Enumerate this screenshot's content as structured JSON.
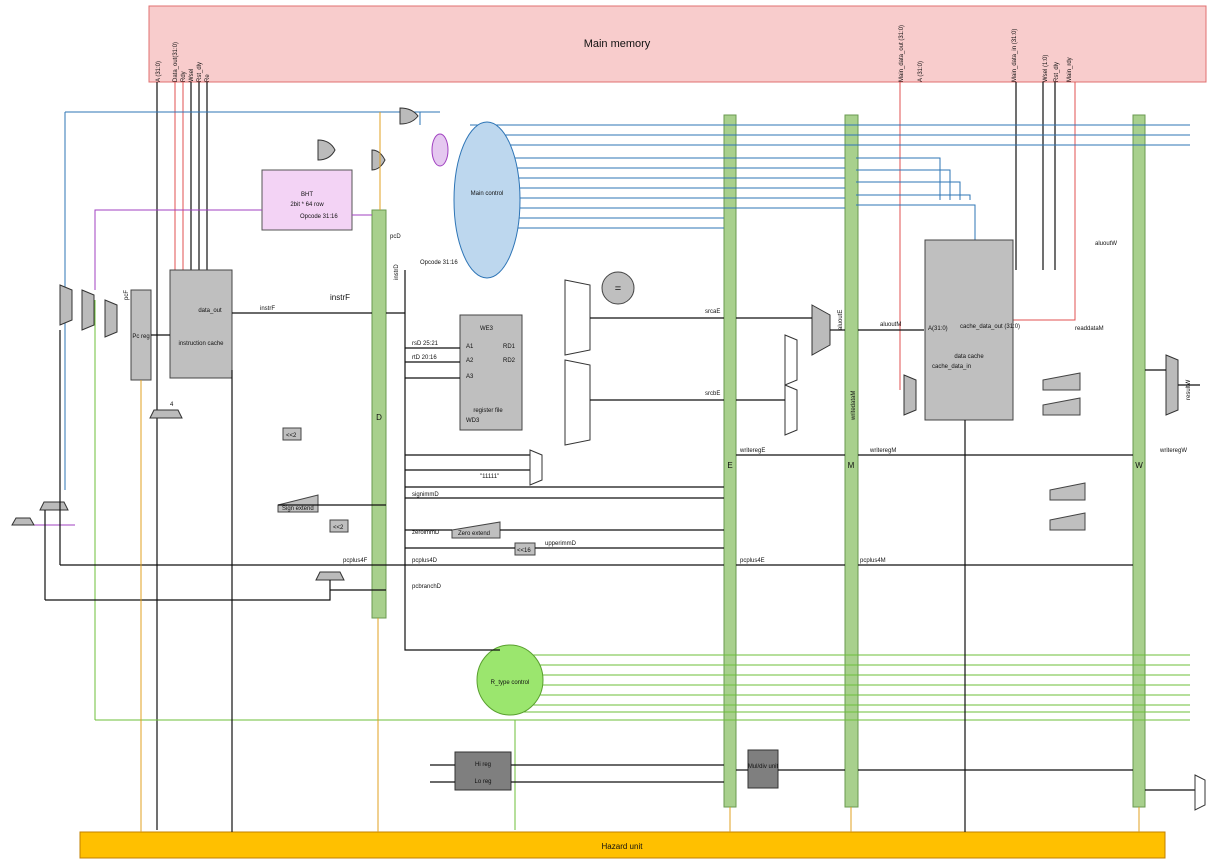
{
  "main_memory": {
    "title": "Main memory",
    "left_ports": [
      "A (31:0)",
      "Data_out(31:0)",
      "Rdy",
      "Wsel",
      "Rst_dly",
      "Re"
    ],
    "right_ports": [
      "Main_data_out (31:0)",
      "A (31:0)",
      "Main_data_in (31:0)",
      "Wsel (1:0)",
      "Rst_dly",
      "Main_rdy"
    ]
  },
  "hazard_unit": {
    "title": "Hazard unit"
  },
  "bht": {
    "title": "BHT",
    "subtitle": "2bit * 64 row"
  },
  "main_control": {
    "title": "Main control"
  },
  "register_file": {
    "title": "register file",
    "ports": [
      "WE3",
      "A1",
      "A2",
      "A3",
      "RD1",
      "RD2",
      "WD3"
    ]
  },
  "instruction_cache": {
    "title": "instruction cache",
    "port": "data_out"
  },
  "pc_reg": {
    "title": "Pc reg"
  },
  "data_cache": {
    "title": "data cache",
    "data_in": "cache_data_in",
    "data_out": "cache_data_out (31:0)",
    "addr": "A(31:0)"
  },
  "r_type_control": {
    "title": "R_type control"
  },
  "hilo": {
    "hi": "Hi reg",
    "lo": "Lo reg"
  },
  "muldiv": {
    "title": "Mul/div unit"
  },
  "stage_labels": [
    "D",
    "E",
    "M",
    "W"
  ],
  "blocks": {
    "sign_extend": "Sign extend",
    "zero_extend": "Zero extend",
    "shift2": "<<2",
    "shift16": "<<16",
    "equal": "=",
    "add4": "4"
  },
  "signals": {
    "instrF": "instrF",
    "instrD": "instrD",
    "pcD": "pcD",
    "pcF": "pcF",
    "rsD": "rsD 25:21",
    "rtD": "rtD 20:16",
    "writereg": "writeregE",
    "writeregM": "writeregM",
    "writeregW": "writeregW",
    "srcaE": "srcaE",
    "srcbE": "srcbE",
    "aluoutE": "aluoutE",
    "aluoutM": "aluoutM",
    "aluoutW": "aluoutW",
    "readdataM": "readdataM",
    "resultW": "resultW",
    "signimmD": "signimmD",
    "zeroimmD": "zeroimmD",
    "upperimmD": "upperimmD",
    "pcplus4F": "pcplus4F",
    "pcplus4D": "pcplus4D",
    "pcplus4E": "pcplus4E",
    "pcplus4M": "pcplus4M",
    "pcbranchD": "pcbranchD",
    "opcode": "Opcode 31:16",
    "const31": "\"11111\"",
    "writedataM": "writedataM"
  }
}
